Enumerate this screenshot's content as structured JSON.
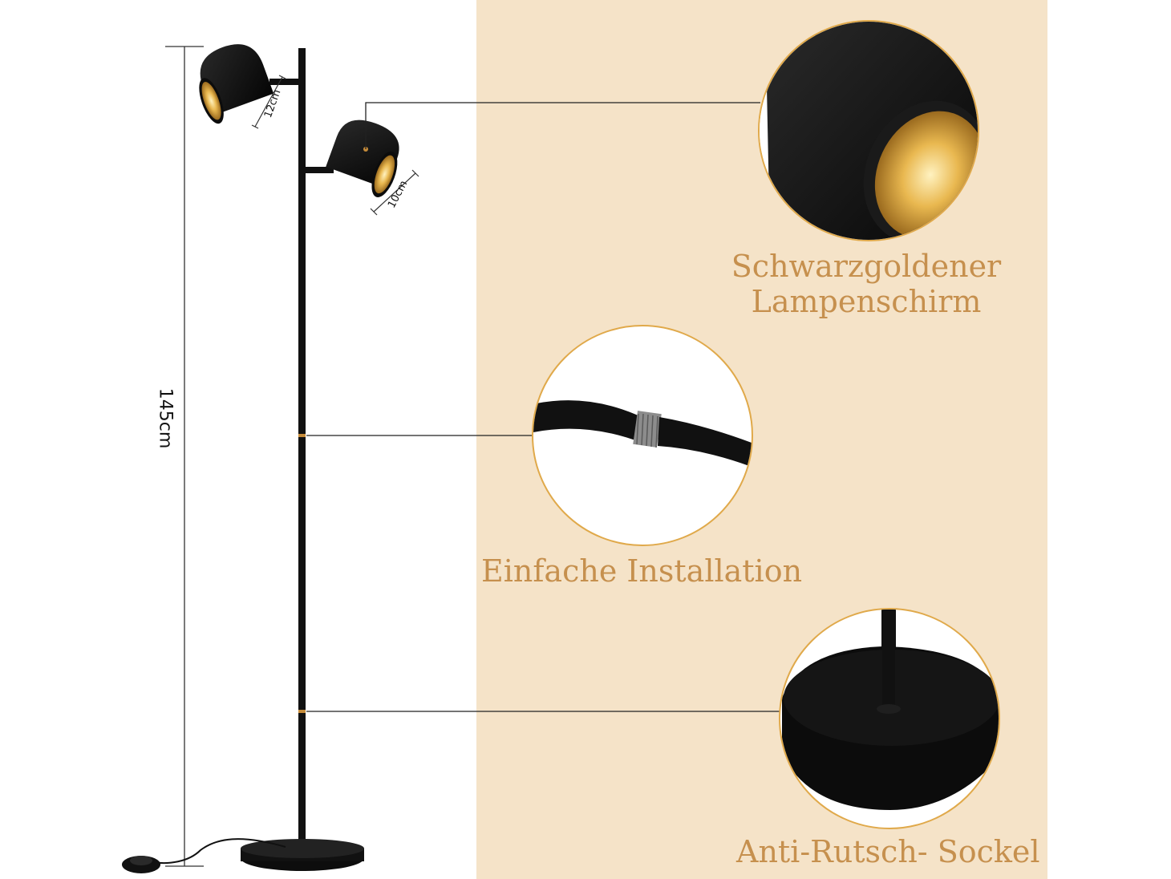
{
  "dimensions": {
    "height": "145cm",
    "shade_depth": "12cm",
    "shade_diameter": "10cm"
  },
  "features": {
    "shade": {
      "line1": "Schwarzgoldener",
      "line2": "Lampenschirm"
    },
    "installation": "Einfache Installation",
    "base": "Anti-Rutsch- Sockel"
  },
  "colors": {
    "panel_background": "#f5e3c8",
    "label_text": "#c6904e",
    "lamp_black": "#111111",
    "gold": "#d39a2e"
  }
}
